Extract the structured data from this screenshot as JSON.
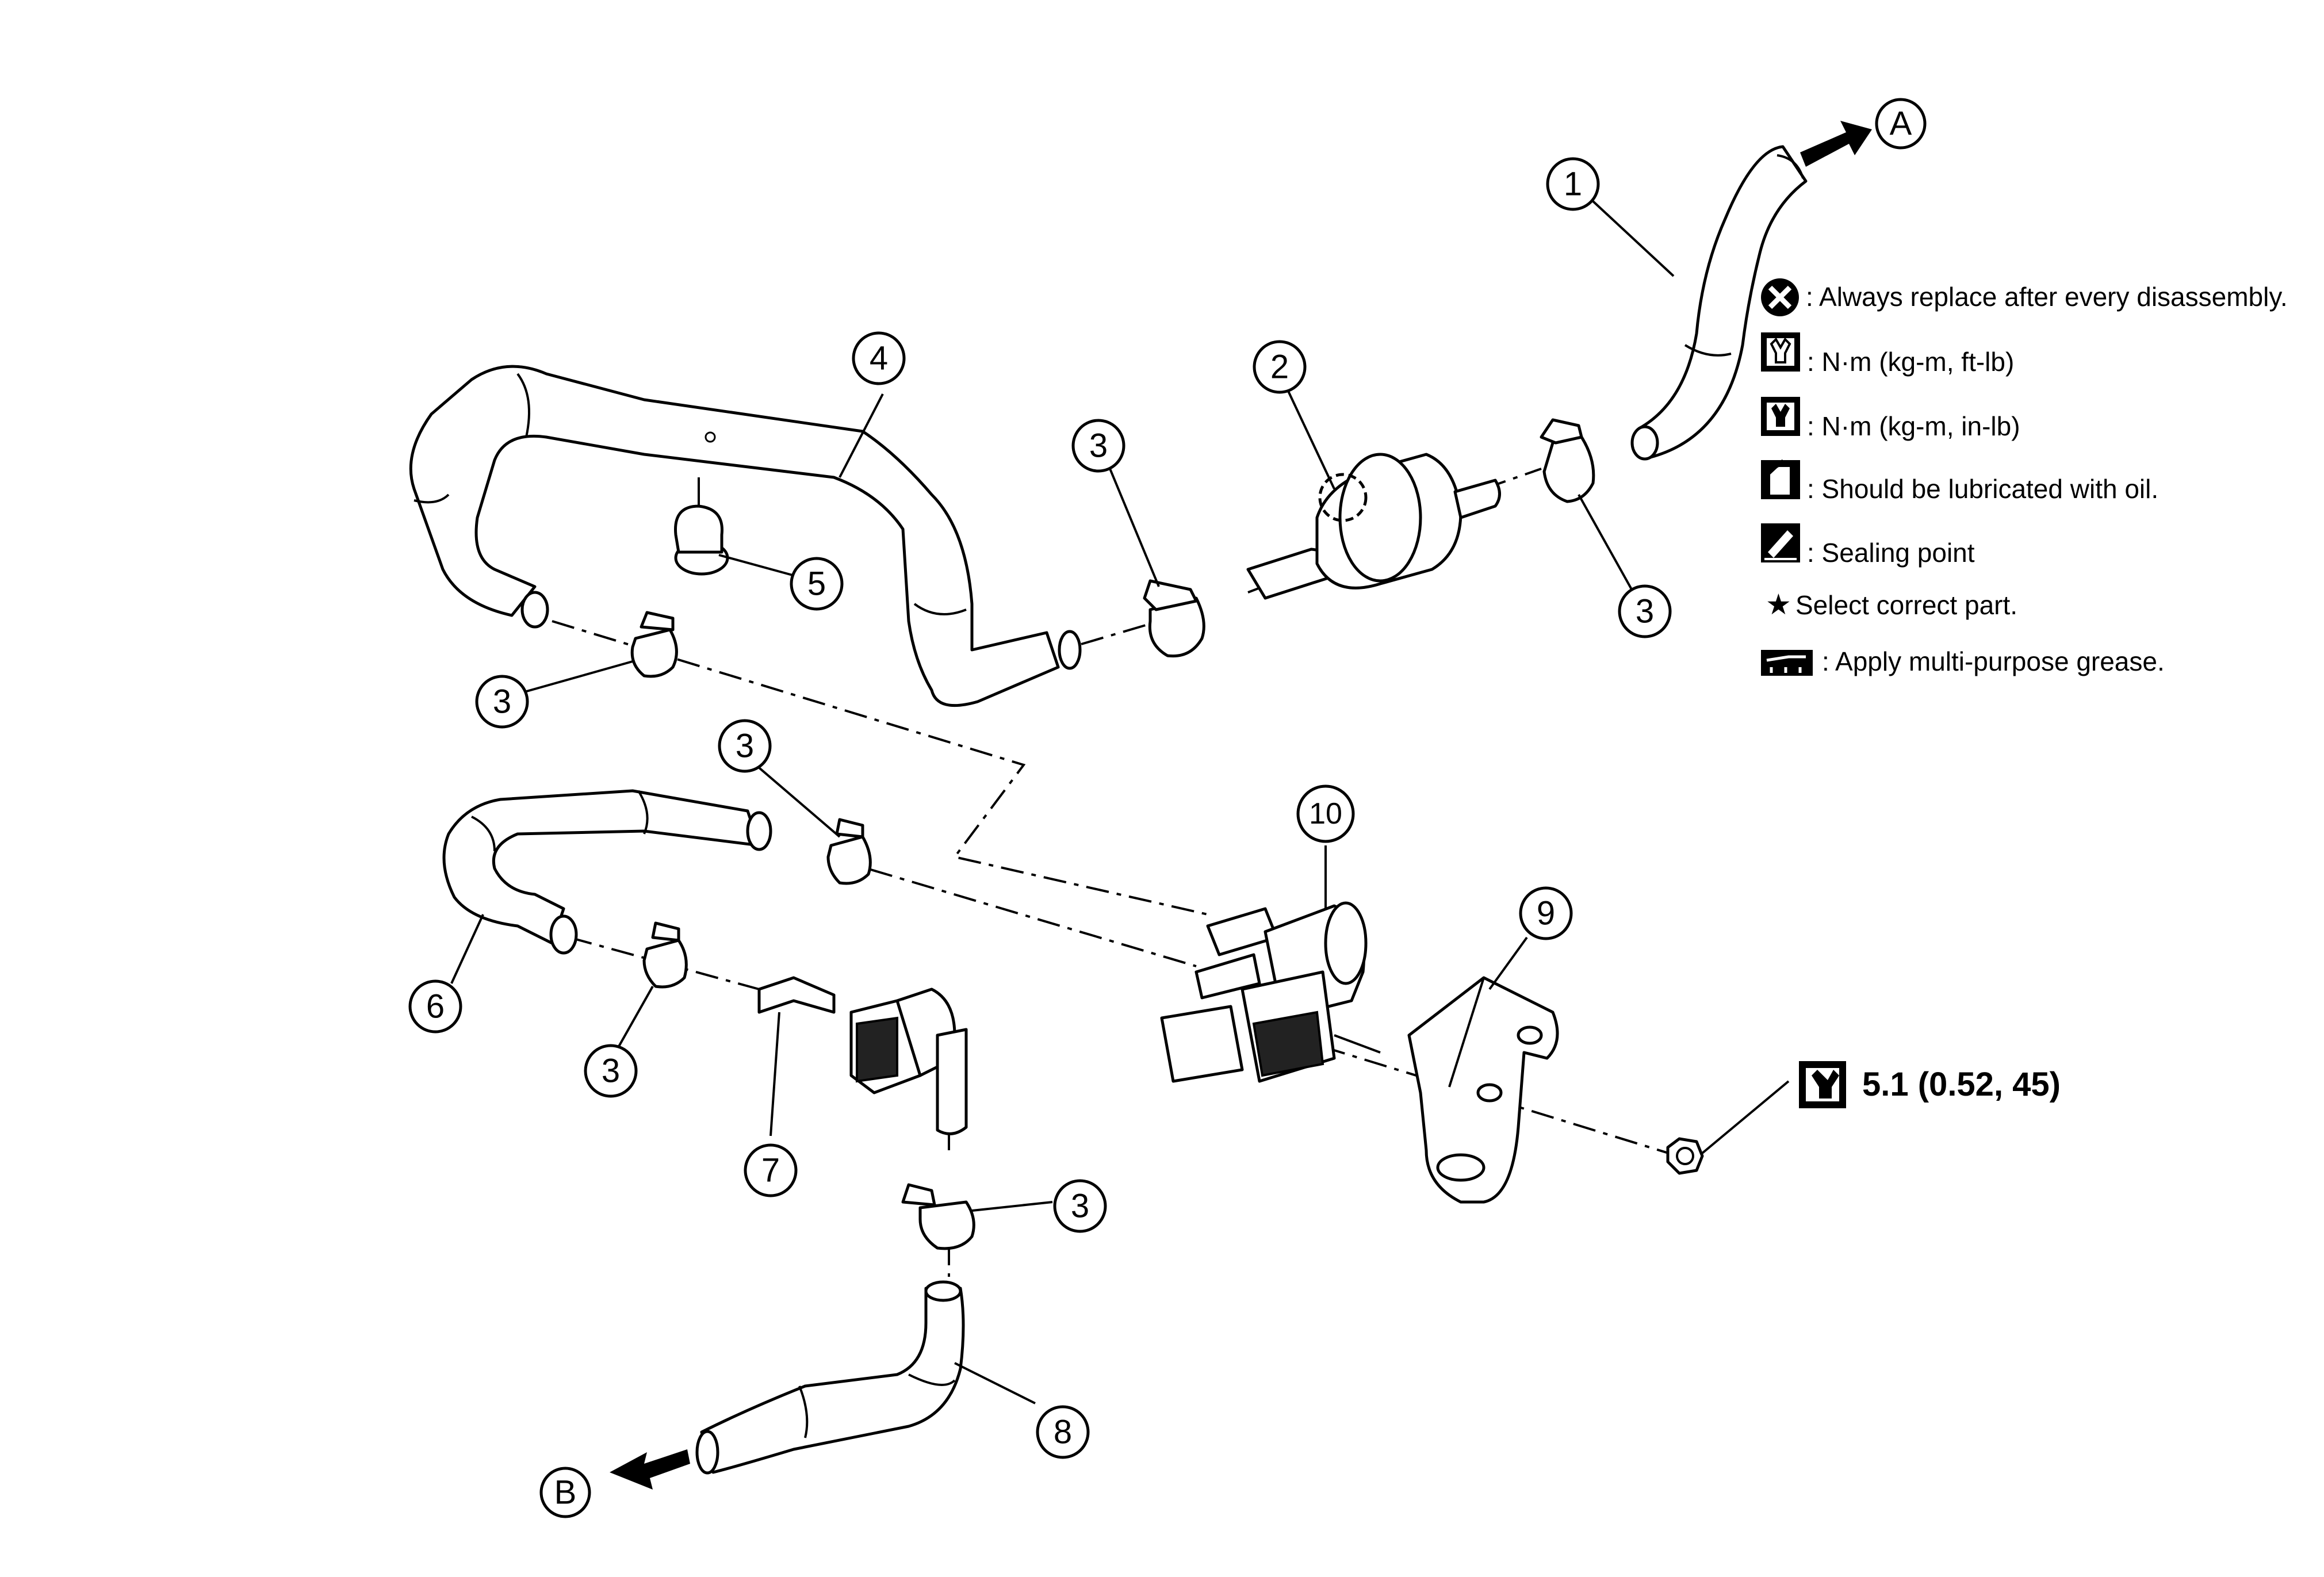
{
  "legend": [
    {
      "icon": "always-replace-icon",
      "text": ": Always replace after every disassembly."
    },
    {
      "icon": "torque-ftlb-icon",
      "text": ": N·m (kg-m, ft-lb)"
    },
    {
      "icon": "torque-inlb-icon",
      "text": ": N·m (kg-m, in-lb)"
    },
    {
      "icon": "oil-lubricate-icon",
      "text": ": Should be lubricated with oil."
    },
    {
      "icon": "sealing-point-icon",
      "text": ": Sealing point"
    },
    {
      "icon": "star-icon",
      "text": "Select correct part."
    },
    {
      "icon": "grease-icon",
      "text": ": Apply multi-purpose grease."
    }
  ],
  "torque": {
    "icon": "torque-inlb-icon",
    "value": "5.1 (0.52, 45)"
  },
  "callouts": [
    "1",
    "2",
    "3",
    "3",
    "3",
    "3",
    "3",
    "3",
    "4",
    "5",
    "6",
    "7",
    "8",
    "9",
    "10"
  ],
  "directions": {
    "a": "A",
    "b": "B"
  },
  "colors": {
    "line": "#000000",
    "background": "#ffffff"
  }
}
